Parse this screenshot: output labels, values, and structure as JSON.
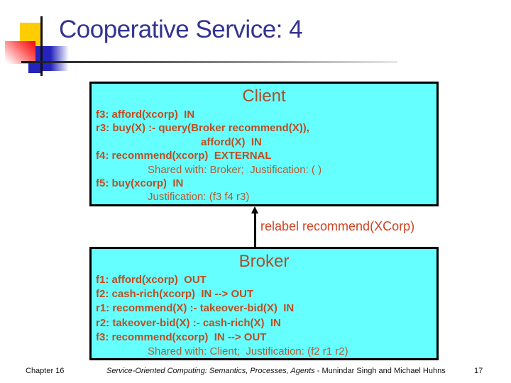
{
  "slide": {
    "title": "Cooperative Service: 4"
  },
  "client": {
    "heading": "Client",
    "lines": [
      "f3: afford(xcorp)  IN",
      "r3: buy(X) :- query(Broker recommend(X)),",
      "afford(X)  IN",
      "f4: recommend(xcorp)  EXTERNAL",
      "Shared with: Broker;  Justification: ( )",
      "f5: buy(xcorp)  IN",
      "Justification: (f3 f4 r3)"
    ]
  },
  "arrow": {
    "label": "relabel recommend(XCorp)"
  },
  "broker": {
    "heading": "Broker",
    "lines": [
      "f1: afford(xcorp)  OUT",
      "f2: cash-rich(xcorp)  IN --> OUT",
      "r1: recommend(X) :- takeover-bid(X)  IN",
      "r2: takeover-bid(X) :- cash-rich(X)  IN",
      "f3: recommend(xcorp)  IN --> OUT",
      "Shared with: Client;  Justification: (f2 r1 r2)"
    ]
  },
  "footer": {
    "chapter": "Chapter 16",
    "book_title": "Service-Oriented Computing: Semantics, Processes, Agents",
    "authors": "- Munindar Singh and Michael Huhns",
    "page": "17"
  },
  "colors": {
    "box_fill": "#66FFFF",
    "box_border": "#000000",
    "heading_text": "#A6512F",
    "body_text": "#BC4E22",
    "label_text": "#CC4422",
    "title_text": "#333391"
  }
}
